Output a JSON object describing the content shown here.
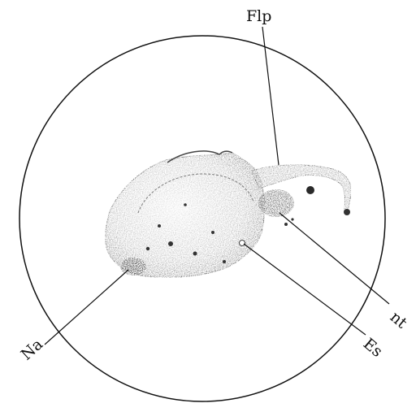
{
  "figure": {
    "labels": {
      "flp": "Flp",
      "nt": "nt",
      "es": "Es",
      "na": "Na"
    },
    "colors": {
      "ink": "#111111",
      "specimen_light": "#d9d9d9",
      "specimen_mid": "#9a9a9a",
      "specimen_dark": "#2a2a2a",
      "background": "#ffffff"
    }
  }
}
